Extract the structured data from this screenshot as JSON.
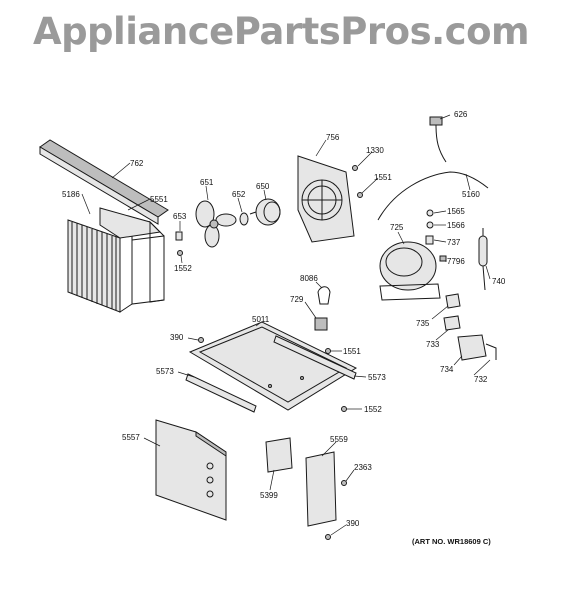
{
  "watermark": "AppliancePartsPros.com",
  "art_number": "(ART NO. WR18609 C)",
  "parts": [
    {
      "id": "762",
      "label": "762"
    },
    {
      "id": "5186",
      "label": "5186"
    },
    {
      "id": "5551",
      "label": "5551"
    },
    {
      "id": "651",
      "label": "651"
    },
    {
      "id": "652",
      "label": "652"
    },
    {
      "id": "650",
      "label": "650"
    },
    {
      "id": "653",
      "label": "653"
    },
    {
      "id": "1552a",
      "label": "1552"
    },
    {
      "id": "756",
      "label": "756"
    },
    {
      "id": "1330",
      "label": "1330"
    },
    {
      "id": "1551a",
      "label": "1551"
    },
    {
      "id": "626",
      "label": "626"
    },
    {
      "id": "5160",
      "label": "5160"
    },
    {
      "id": "1565",
      "label": "1565"
    },
    {
      "id": "1566",
      "label": "1566"
    },
    {
      "id": "725",
      "label": "725"
    },
    {
      "id": "737",
      "label": "737"
    },
    {
      "id": "7796",
      "label": "7796"
    },
    {
      "id": "740",
      "label": "740"
    },
    {
      "id": "8086",
      "label": "8086"
    },
    {
      "id": "729",
      "label": "729"
    },
    {
      "id": "735",
      "label": "735"
    },
    {
      "id": "733",
      "label": "733"
    },
    {
      "id": "734",
      "label": "734"
    },
    {
      "id": "732",
      "label": "732"
    },
    {
      "id": "390a",
      "label": "390"
    },
    {
      "id": "5011",
      "label": "5011"
    },
    {
      "id": "1551b",
      "label": "1551"
    },
    {
      "id": "5573a",
      "label": "5573"
    },
    {
      "id": "5573b",
      "label": "5573"
    },
    {
      "id": "1552b",
      "label": "1552"
    },
    {
      "id": "5557",
      "label": "5557"
    },
    {
      "id": "5399",
      "label": "5399"
    },
    {
      "id": "5559",
      "label": "5559"
    },
    {
      "id": "2363",
      "label": "2363"
    },
    {
      "id": "390b",
      "label": "390"
    }
  ]
}
